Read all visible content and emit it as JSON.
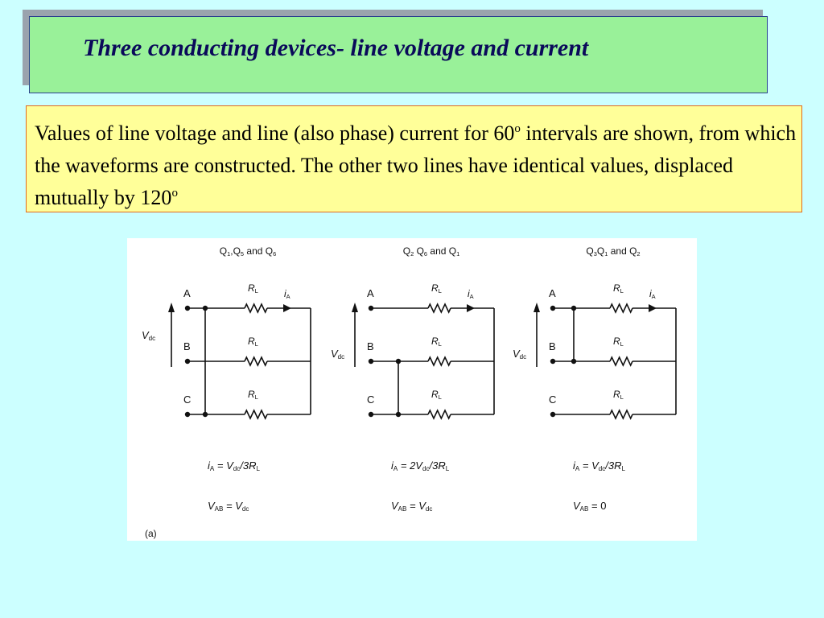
{
  "title": "Three conducting devices- line voltage and current",
  "description": {
    "part1": "Values of line voltage and line (also phase) current for 60",
    "sup1": "o",
    "part2": " intervals are shown, from which the waveforms are constructed. The other two lines have identical values, displaced mutually by 120",
    "sup2": "o"
  },
  "figure": {
    "panel_label": "(a)",
    "circuits": [
      {
        "heading": {
          "q1": "Q",
          "s1": "1",
          "sep1": ",Q",
          "s2": "5",
          "sep2": " and Q",
          "s3": "6"
        },
        "current": {
          "pre": "i",
          "sub": "A",
          "mid": " = V",
          "sub2": "dc",
          "post": "/3R",
          "sub3": "L"
        },
        "voltage": {
          "pre": "V",
          "sub": "AB",
          "mid": " = V",
          "sub2": "dc",
          "post": ""
        }
      },
      {
        "heading": {
          "q1": "Q",
          "s1": "2",
          "sep1": " Q",
          "s2": "6",
          "sep2": " and Q",
          "s3": "1"
        },
        "current": {
          "pre": "i",
          "sub": "A",
          "mid": " = 2V",
          "sub2": "dc",
          "post": "/3R",
          "sub3": "L"
        },
        "voltage": {
          "pre": "V",
          "sub": "AB",
          "mid": " = V",
          "sub2": "dc",
          "post": ""
        }
      },
      {
        "heading": {
          "q1": "Q",
          "s1": "3",
          "sep1": "Q",
          "s2": "1",
          "sep2": " and Q",
          "s3": "2"
        },
        "current": {
          "pre": "i",
          "sub": "A",
          "mid": " = V",
          "sub2": "dc",
          "post": "/3R",
          "sub3": "L"
        },
        "voltage": {
          "pre": "V",
          "sub": "AB",
          "mid": "",
          "sub2": "",
          "post": " = 0"
        }
      }
    ],
    "labels": {
      "line_a": "A",
      "line_b": "B",
      "line_c": "C",
      "resistor": "R",
      "resistor_sub": "L",
      "current": "i",
      "current_sub": "A",
      "vdc": "V",
      "vdc_sub": "dc"
    }
  }
}
